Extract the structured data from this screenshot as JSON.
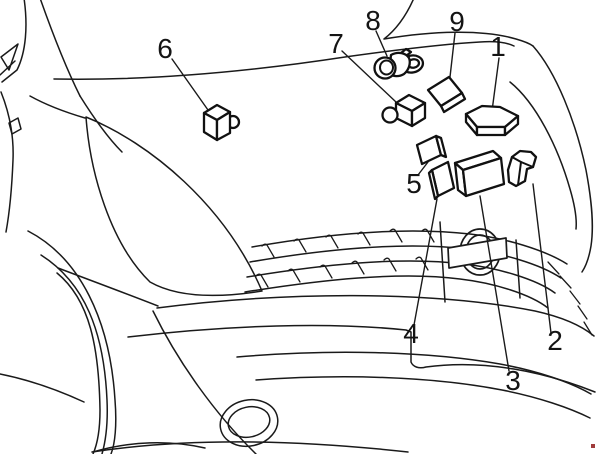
{
  "diagram": {
    "figure_type": "vehicle-parts-location-line-drawing",
    "background_color": "#ffffff",
    "line_color": "#1a1a1a",
    "label_color": "#141414",
    "watermark_dot_color": "#a03c3c",
    "callouts": [
      {
        "number": "1"
      },
      {
        "number": "2"
      },
      {
        "number": "3"
      },
      {
        "number": "4"
      },
      {
        "number": "5"
      },
      {
        "number": "6"
      },
      {
        "number": "7"
      },
      {
        "number": "8"
      },
      {
        "number": "9"
      }
    ]
  }
}
